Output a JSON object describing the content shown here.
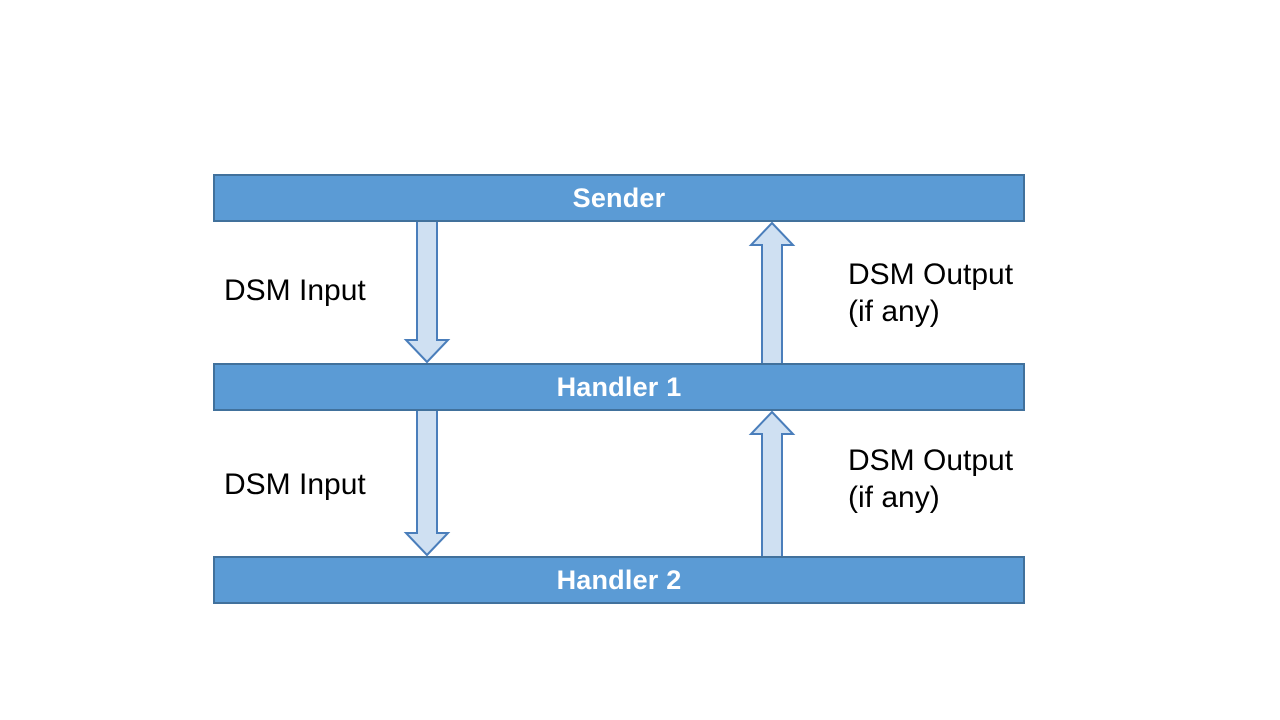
{
  "diagram": {
    "nodes": [
      {
        "label": "Sender"
      },
      {
        "label": "Handler 1"
      },
      {
        "label": "Handler 2"
      }
    ],
    "flows": [
      {
        "from": "Sender",
        "to": "Handler 1",
        "direction": "down",
        "label_lines": [
          "DSM Input"
        ]
      },
      {
        "from": "Handler 1",
        "to": "Sender",
        "direction": "up",
        "label_lines": [
          "DSM Output",
          "(if any)"
        ]
      },
      {
        "from": "Handler 1",
        "to": "Handler 2",
        "direction": "down",
        "label_lines": [
          "DSM Input"
        ]
      },
      {
        "from": "Handler 2",
        "to": "Handler 1",
        "direction": "up",
        "label_lines": [
          "DSM Output",
          "(if any)"
        ]
      }
    ]
  },
  "colors": {
    "node_fill": "#5b9bd5",
    "node_border": "#41719c",
    "node_text": "#ffffff",
    "arrow_fill": "#cfe0f2",
    "arrow_border": "#4a7ebb",
    "label_text": "#000000",
    "background": "#ffffff"
  }
}
